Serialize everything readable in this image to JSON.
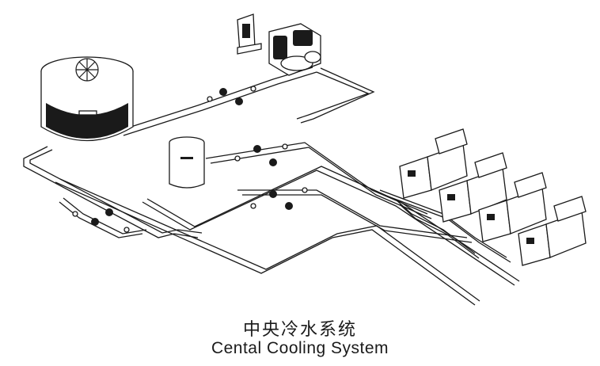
{
  "caption": {
    "title_zh": "中央冷水系统",
    "title_en": "Cental Cooling System"
  },
  "colors": {
    "line": "#1a1a1a",
    "background": "#ffffff"
  },
  "diagram": {
    "components": [
      {
        "id": "cooling-tower",
        "icon": "cooling-tower-icon"
      },
      {
        "id": "chiller",
        "icon": "chiller-unit-icon"
      },
      {
        "id": "control-panel",
        "icon": "control-panel-icon"
      },
      {
        "id": "expansion-tank",
        "icon": "expansion-tank-icon"
      },
      {
        "id": "pump-group-cooling",
        "icon": "pump-icon"
      },
      {
        "id": "pump-group-chilled",
        "icon": "pump-icon"
      },
      {
        "id": "pump-group-secondary",
        "icon": "pump-icon"
      },
      {
        "id": "pump-group-makeup",
        "icon": "pump-icon"
      },
      {
        "id": "air-handler-1",
        "icon": "air-handling-unit-icon"
      },
      {
        "id": "air-handler-2",
        "icon": "air-handling-unit-icon"
      },
      {
        "id": "air-handler-3",
        "icon": "air-handling-unit-icon"
      },
      {
        "id": "air-handler-4",
        "icon": "air-handling-unit-icon"
      }
    ]
  }
}
